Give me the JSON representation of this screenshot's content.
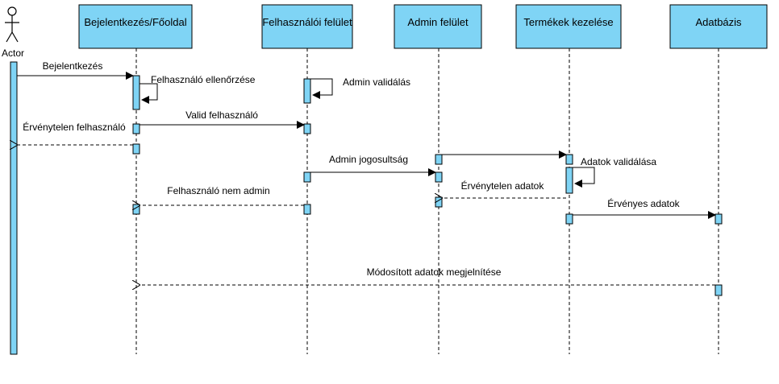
{
  "diagram": {
    "actor": {
      "label": "Actor"
    },
    "participants": [
      {
        "id": "p1",
        "label": "Bejelentkezés/Főoldal"
      },
      {
        "id": "p2",
        "label": "Felhasználói felület"
      },
      {
        "id": "p3",
        "label": "Admin felület"
      },
      {
        "id": "p4",
        "label": "Termékek kezelése"
      },
      {
        "id": "p5",
        "label": "Adatbázis"
      }
    ],
    "messages": [
      {
        "id": "m1",
        "label": "Bejelentkezés",
        "type": "sync"
      },
      {
        "id": "m2",
        "label": "Felhasználó ellenőrzése",
        "type": "self"
      },
      {
        "id": "m3",
        "label": "Admin validálás",
        "type": "self"
      },
      {
        "id": "m4",
        "label": "Valid felhasználó",
        "type": "sync"
      },
      {
        "id": "m5",
        "label": "Érvénytelen felhasználó",
        "type": "return"
      },
      {
        "id": "m6",
        "label": "Admin jogosultság",
        "type": "sync"
      },
      {
        "id": "m7",
        "label": "Adatok validálása",
        "type": "self"
      },
      {
        "id": "m8",
        "label": "Érvénytelen adatok",
        "type": "return"
      },
      {
        "id": "m9",
        "label": "Felhasználó nem admin",
        "type": "return"
      },
      {
        "id": "m10",
        "label": "Érvényes adatok",
        "type": "sync"
      },
      {
        "id": "m11",
        "label": "Módosított adatok megjelnítése",
        "type": "return"
      }
    ],
    "colors": {
      "fill": "#7fd4f5",
      "stroke": "#000000",
      "background": "#ffffff"
    }
  }
}
